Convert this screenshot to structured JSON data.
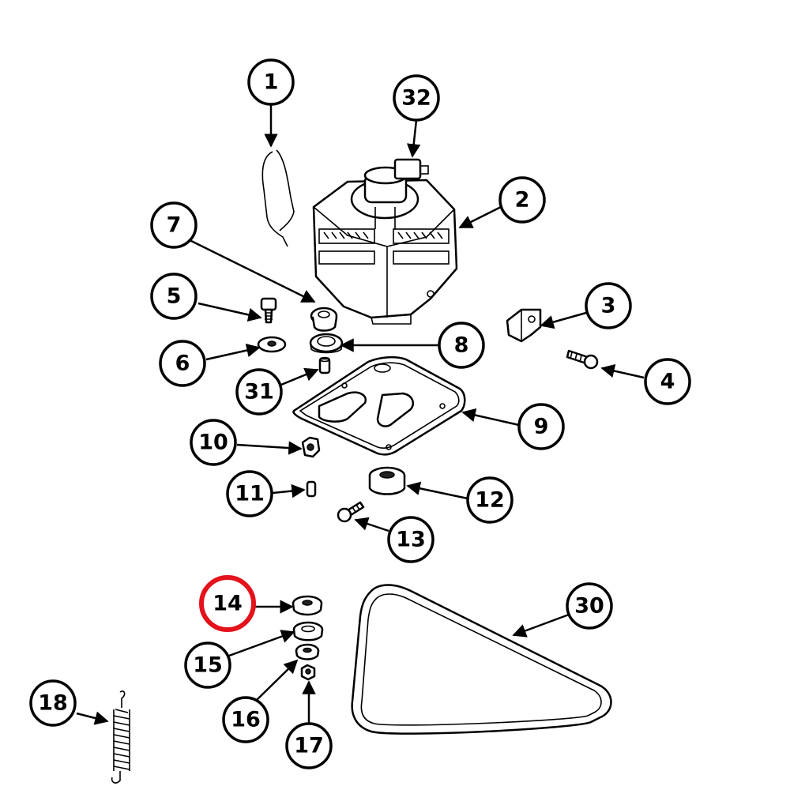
{
  "highlight_color": "#e3121b",
  "callouts": [
    {
      "id": "c1",
      "label": "1"
    },
    {
      "id": "c32",
      "label": "32"
    },
    {
      "id": "c2",
      "label": "2"
    },
    {
      "id": "c7",
      "label": "7"
    },
    {
      "id": "c5",
      "label": "5"
    },
    {
      "id": "c3",
      "label": "3"
    },
    {
      "id": "c8",
      "label": "8"
    },
    {
      "id": "c6",
      "label": "6"
    },
    {
      "id": "c4",
      "label": "4"
    },
    {
      "id": "c31",
      "label": "31"
    },
    {
      "id": "c9",
      "label": "9"
    },
    {
      "id": "c10",
      "label": "10"
    },
    {
      "id": "c11",
      "label": "11"
    },
    {
      "id": "c12",
      "label": "12"
    },
    {
      "id": "c13",
      "label": "13"
    },
    {
      "id": "c14",
      "label": "14",
      "highlighted": true
    },
    {
      "id": "c30",
      "label": "30"
    },
    {
      "id": "c15",
      "label": "15"
    },
    {
      "id": "c18",
      "label": "18"
    },
    {
      "id": "c16",
      "label": "16"
    },
    {
      "id": "c17",
      "label": "17"
    }
  ]
}
